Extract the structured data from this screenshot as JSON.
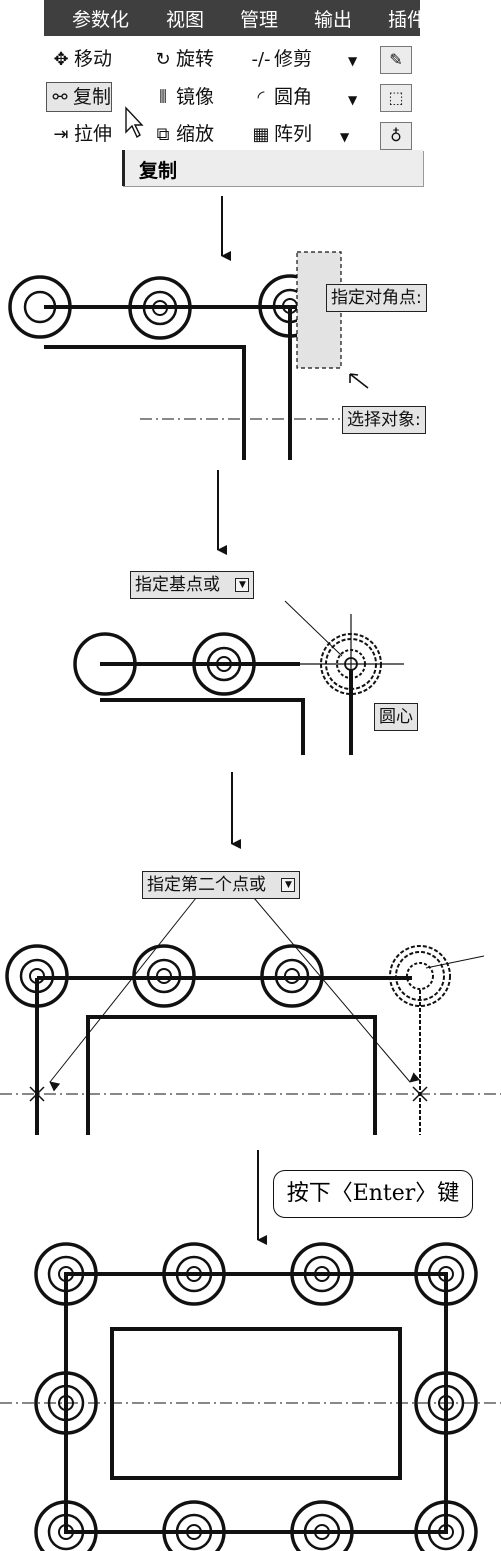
{
  "ribbon": {
    "tabs": [
      "参数化",
      "视图",
      "管理",
      "输出",
      "插件"
    ],
    "tools": {
      "move": "移动",
      "rotate": "旋转",
      "trim": "修剪",
      "copy": "复制",
      "mirror": "镜像",
      "fillet": "圆角",
      "stretch": "拉伸",
      "scale": "缩放",
      "array": "阵列"
    },
    "tooltip": "复制"
  },
  "prompts": {
    "corner": "指定对角点:",
    "select": "选择对象:",
    "base": "指定基点或",
    "center": "圆心",
    "second": "指定第二个点或",
    "enter": "按下〈Enter〉键"
  }
}
